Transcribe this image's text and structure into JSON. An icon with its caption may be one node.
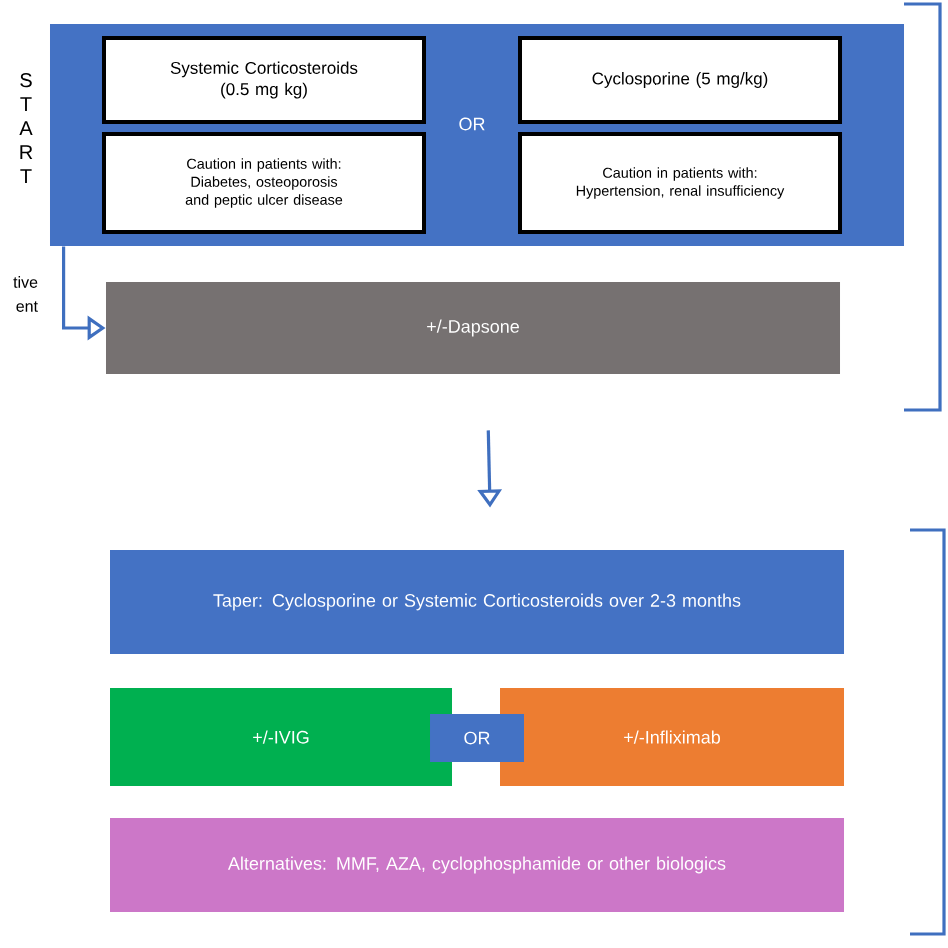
{
  "diagram": {
    "nodes": [
      {
        "text": [
          "S T A R T"
        ]
      },
      {
        "text": [
          "Systemic Corticosteroids (0.5 mg kg)"
        ],
        "in": 0
      },
      {
        "text": [
          "Caution in patients with: Diabetes, osteoporosis and peptic ulcer disease"
        ],
        "in": 0
      },
      {
        "text": [
          "Cyclosporine (5 mg/kg)"
        ],
        "in": 0
      },
      {
        "text": [
          "Caution in patients with: Hypertension, renal insufficiency"
        ],
        "in": 0
      },
      {
        "text": [
          "+/-Dapsone"
        ]
      },
      {
        "text": [
          "Taper: Cyclosporine or Systemic Corticosteroids over 2-3 months"
        ]
      },
      {
        "text": [
          "+/-IVIG"
        ]
      },
      {
        "text": [
          "+/-Infliximab"
        ]
      },
      {
        "text": [
          "OR"
        ]
      },
      {
        "text": [
          "Alternatives: MMF, AZA, cyclophosphamide or other biologics"
        ]
      }
    ],
    "edges": [
      {
        "from": 0,
        "to": 5,
        "arrow": "to"
      },
      {
        "from": 5,
        "to": 6,
        "arrow": "to"
      }
    ],
    "labels": [
      "OR",
      "tive ent"
    ]
  }
}
